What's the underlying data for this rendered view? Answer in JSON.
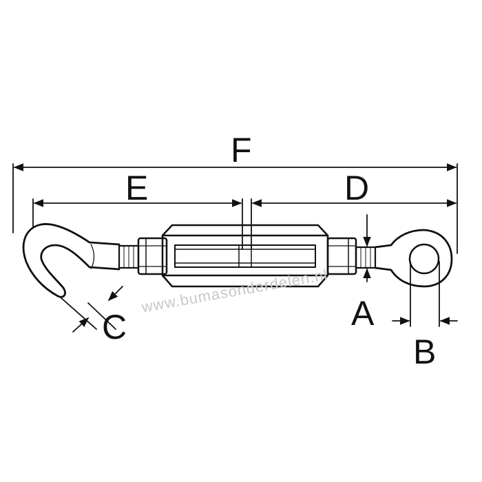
{
  "diagram": {
    "labels": {
      "F": "F",
      "E": "E",
      "D": "D",
      "C": "C",
      "A": "A",
      "B": "B"
    },
    "watermark": "www.bumasonderdelen.nl",
    "colors": {
      "line": "#111111",
      "background": "#ffffff",
      "watermark": "#c8c8c8"
    }
  }
}
